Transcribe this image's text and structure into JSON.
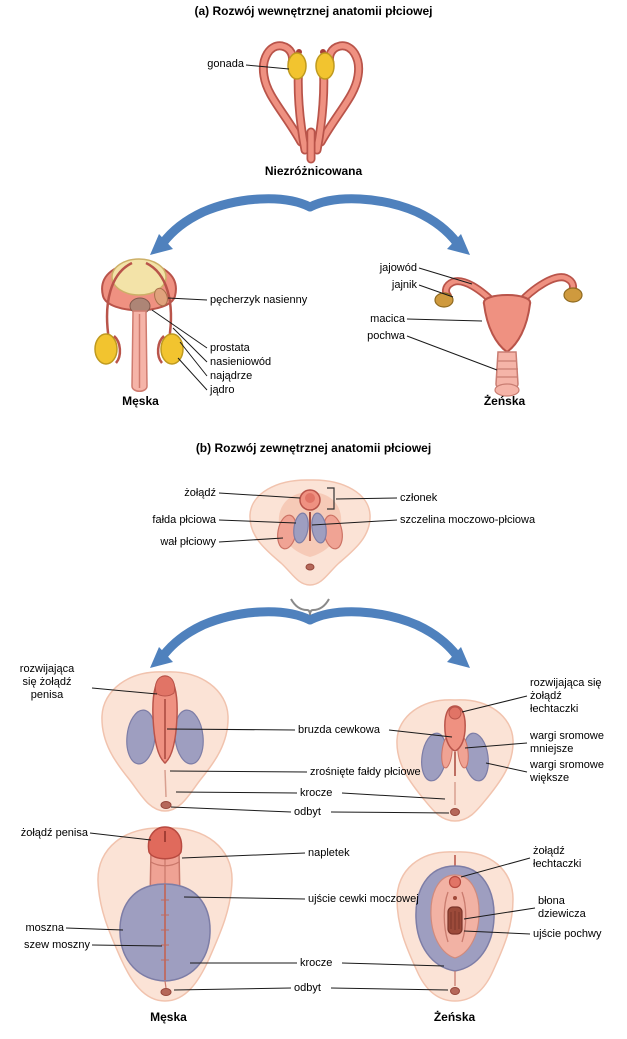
{
  "a": {
    "title": "(a) Rozwój wewnętrznej anatomii płciowej",
    "gonada": "gonada",
    "undiff": "Niezróżnicowana",
    "male_caption": "Męska",
    "female_caption": "Żeńska",
    "pecherzyk": "pęcherzyk nasienny",
    "prostata": "prostata",
    "nasieniowod": "nasieniowód",
    "najadrze": "najądrze",
    "jadro": "jądro",
    "jajowod": "jajowód",
    "jajnik": "jajnik",
    "macica": "macica",
    "pochwa": "pochwa"
  },
  "b": {
    "title": "(b) Rozwój zewnętrznej anatomii płciowej",
    "zoladz": "żołądź",
    "falda": "fałda płciowa",
    "wal": "wał płciowy",
    "czlonek": "członek",
    "szczelina": "szczelina moczowo-płciowa",
    "dev_glans_penis": "rozwijająca\nsię żołądź\npenisa",
    "bruzda": "bruzda cewkowa",
    "zrosniete": "zrośnięte fałdy płciowe",
    "krocze_mid": "krocze",
    "odbyt_mid": "odbyt",
    "dev_glans_clit": "rozwijająca się\nżołądź\nłechtaczki",
    "wargi_mniejsze": "wargi sromowe\nmniejsze",
    "wargi_wieksze": "wargi sromowe\nwiększe",
    "zoladz_penisa": "żołądź penisa",
    "napletek": "napletek",
    "ujscie_cewki": "ujście cewki moczowej",
    "moszna": "moszna",
    "szew": "szew moszny",
    "krocze_bot": "krocze",
    "odbyt_bot": "odbyt",
    "zoladz_lechtaczki": "żołądź\nłechtaczki",
    "blona": "błona\ndziewicza",
    "ujscie_pochwy": "ujście pochwy",
    "male_caption": "Męska",
    "female_caption": "Żeńska"
  },
  "colors": {
    "salmon": "#ef9181",
    "salmon_dark": "#b9544a",
    "salmon_light": "#f5b4a8",
    "pale_skin": "#fbe3d6",
    "pale_skin_edge": "#f1c3ae",
    "mid_skin": "#f6cab7",
    "yellow": "#f2c42f",
    "yellow_dark": "#bf9a1f",
    "pale_yellow": "#f3e3a8",
    "pale_yellow_dark": "#cdb068",
    "ovary_brown": "#cf9a3e",
    "ovary_brown_dark": "#8f6a20",
    "purple": "#9e9ec0",
    "purple_dark": "#7d7da6",
    "arrow_blue": "#4f81bd",
    "arrow_blue_dark": "#36618f",
    "dark_opening": "#9c4a3a",
    "anus": "#b5685a",
    "prostate_brown": "#ad8576",
    "leader": "#1a1a1a"
  }
}
